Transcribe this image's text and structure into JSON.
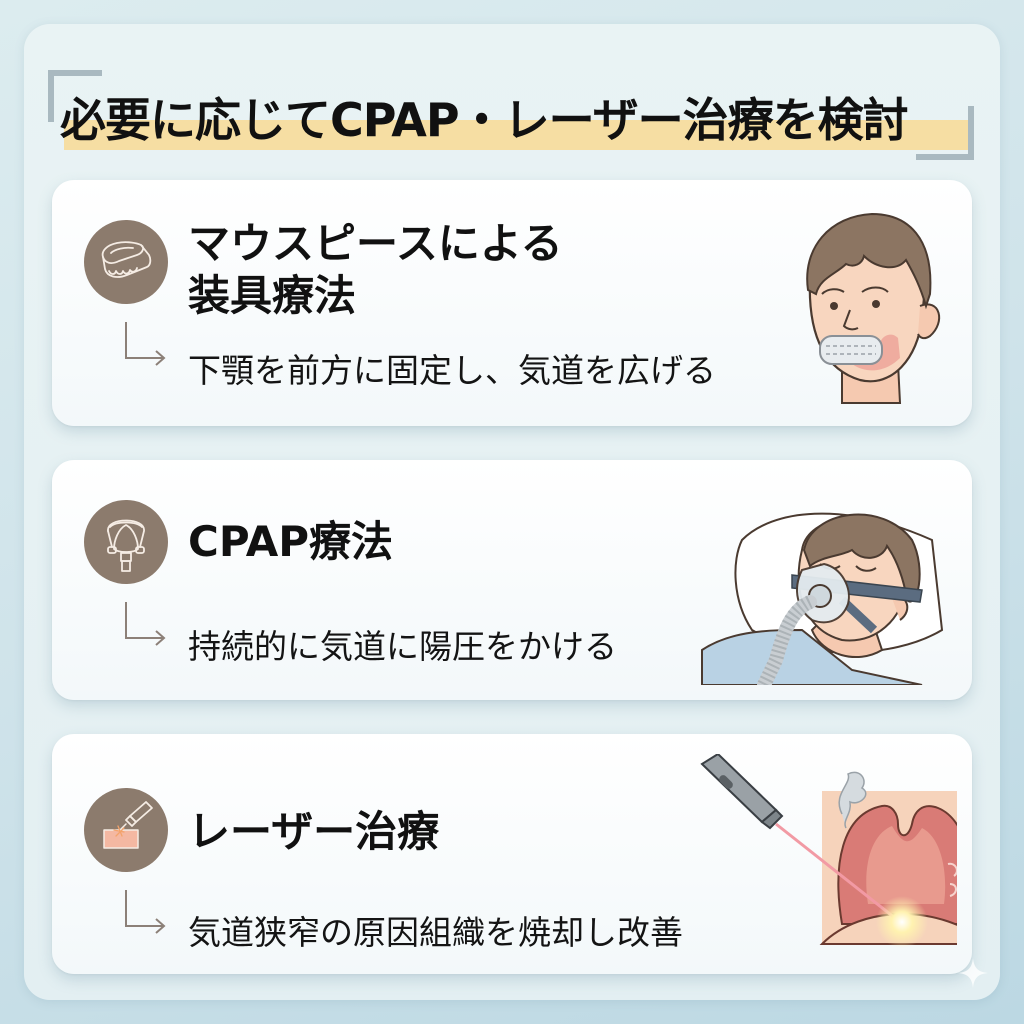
{
  "title": "必要に応じてCPAP・レーザー治療を検討",
  "colors": {
    "background": "#cfe3ea",
    "frame": "#e6f1f3",
    "card": "#ffffff",
    "icon_circle": "#8c7b6d",
    "title_highlight": "#f7dc9a",
    "bracket": "#a9b9c0",
    "arrow": "#8c7b6d",
    "text": "#111111"
  },
  "treatments": [
    {
      "icon": "mouthpiece-icon",
      "heading_line1": "マウスピースによる",
      "heading_line2": "装具療法",
      "description": "下顎を前方に固定し、気道を広げる",
      "illustration": "man-wearing-mouthpiece"
    },
    {
      "icon": "cpap-mask-icon",
      "heading_line1": "CPAP療法",
      "description": "持続的に気道に陽圧をかける",
      "illustration": "sleeping-man-with-cpap-mask"
    },
    {
      "icon": "laser-icon",
      "heading_line1": "レーザー治療",
      "description": "気道狭窄の原因組織を焼却し改善",
      "illustration": "laser-treating-throat"
    }
  ]
}
